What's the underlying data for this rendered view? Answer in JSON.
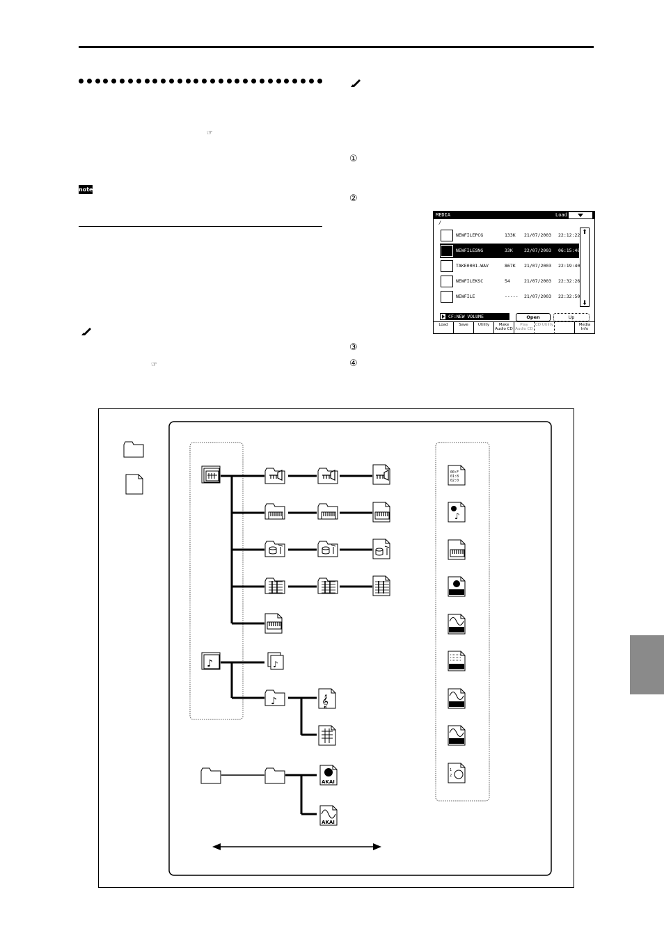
{
  "page": {
    "ref_symbol": "☞",
    "note_icon": "note",
    "step_numbers": [
      "①",
      "②",
      "③",
      "④"
    ]
  },
  "lcd": {
    "title": "MEDIA",
    "mode": "Load",
    "path": "/",
    "files": [
      {
        "name": "NEWFILEPCG",
        "size": "133K",
        "date": "21/07/2003",
        "time": "22:12:22",
        "icon": "pcg-file-icon",
        "selected": false
      },
      {
        "name": "NEWFILESNG",
        "size": "33K",
        "date": "22/07/2003",
        "time": "06:15:46",
        "icon": "song-file-icon",
        "selected": true
      },
      {
        "name": "TAKE0001.WAV",
        "size": "867K",
        "date": "21/07/2003",
        "time": "22:19:40",
        "icon": "wave-file-icon",
        "selected": false
      },
      {
        "name": "NEWFILEKSC",
        "size": "54",
        "date": "21/07/2003",
        "time": "22:32:26",
        "icon": "korg-ksc-file-icon",
        "selected": false
      },
      {
        "name": "NEWFILE",
        "size": "-----",
        "date": "21/07/2003",
        "time": "22:32:50",
        "icon": "folder-icon",
        "selected": false
      }
    ],
    "volume": "CF:NEW VOLUME",
    "open_button": "Open",
    "up_button": "Up",
    "tabs": [
      {
        "label": "Load",
        "dim": false
      },
      {
        "label": "Save",
        "dim": false
      },
      {
        "label": "Utility",
        "dim": false
      },
      {
        "label": "Make Audio CD",
        "dim": false
      },
      {
        "label": "Play Audio CD",
        "dim": true
      },
      {
        "label": "CD Utility",
        "dim": true
      },
      {
        "label": "",
        "dim": false
      },
      {
        "label": "Media Info",
        "dim": false
      }
    ]
  },
  "diagram": {
    "type_icons": [
      "folder-icon",
      "file-icon"
    ],
    "right_column_icons": [
      "program-data-icon",
      "sequence-data-icon",
      "pcg-file-icon",
      "korg-sample-icon",
      "korg-multisample-icon",
      "korg-ksc-icon",
      "aiff-file-icon",
      "wave-file-icon",
      "audio-cd-track-icon"
    ],
    "bottom_labels": [
      "AKAI",
      "AKAI"
    ]
  }
}
